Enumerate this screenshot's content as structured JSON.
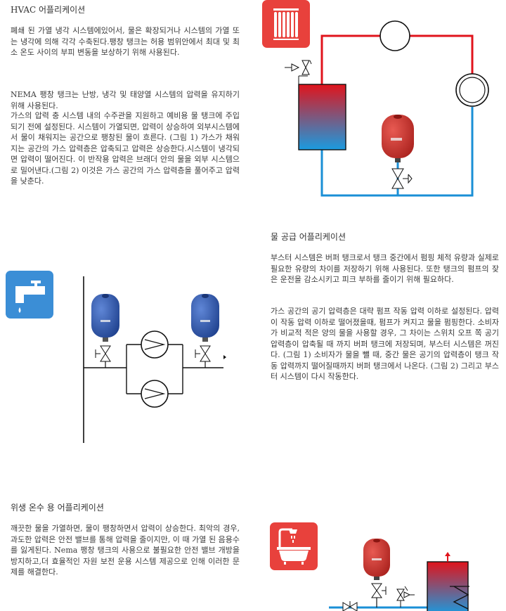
{
  "hvac": {
    "title": "HVAC 어플리케이션",
    "paragraphs": [
      "폐쇄 된 가열 냉각 시스템에있어서, 물은 확장되거나 시스템의 가열 또는 냉각에 의해 각각 수축된다.팽창 탱크는 허용 범위안에서 최대 및 최소 온도 사이의 부피 변동을 보상하기 위해 사용된다.",
      "NEMA 팽창 탱크는 난방, 냉각 및 태양열 시스템의 압력을 유지하기 위해 사용된다.",
      "가스의 압력 충 시스템 내의 수주관을 지원하고 예비용 물 탱크에 주입되기 전에 설정된다. 시스템이 가열되면, 압력이 상승하여 외부시스템에서 물이 채워지는 공간으로 팽창된 물이 흐른다. (그림 1) 가스가 채워지는 공간의 가스 압력층은 압축되고 압력은 상승한다.시스템이 냉각되면 압력이 떨어진다. 이 반작용 압력은 브래더 안의 물을 외부 시스템으로 밀어낸다.(그림 2) 이것은 가스 공간의 가스 압력층을 풀어주고 압력을 낮춘다."
    ],
    "icon": "radiator-icon",
    "color": "#e8413c"
  },
  "water_supply": {
    "title": "물 공급 어플리케이션",
    "paragraphs": [
      "부스터 시스템은 버퍼 탱크로서 탱크 중간에서 펌핑 체적 유량과 실제로 필요한 유량의 차이를 저장하기 위해 사용된다. 또한 탱크의 펌프의 잦은 운전을 감소시키고 피크 부하를 줄이기 위해 필요하다.",
      "가스 공간의 공기 압력층은 대략 펌프 작동 압력 이하로 설정된다. 압력이 작동 압력 이하로 떨어졌을때, 펌프가 켜지고 물을 펌핑한다. 소비자가 비교적 적은 양의 물을 사용할 경우, 그 차이는 스위치 오프 쪽 공기 압력층이 압축될 때 까지 버퍼 탱크에 저장되며, 부스터 시스템은 꺼진다. (그림 1) 소비자가 물을 뺄 때, 중간 물은 공기의 압력층이 탱크 작동 압력까지 떨어질때까지 버퍼 탱크에서 나온다. (그림 2) 그리고 부스터 시스템이 다시 작동한다."
    ],
    "icon": "water-tap-icon",
    "color": "#3b8ed6"
  },
  "sanitary": {
    "title": "위생 온수 용 어플리케이션",
    "paragraphs": [
      "깨끗한 물을 가열하면, 물이 팽창하면서 압력이 상승한다. 최악의 경우, 과도한 압력은 안전 밸브를 통해 압력을 줄이지만, 이 때 가열 된 음용수를 잃게된다. Nema 팽창 탱크의 사용으로 불필요한 안전 밸브 개방을 방지하고,더 효율적인 자원 보전 운용 시스템 제공으로 인해 이러한 문제를 해결한다."
    ],
    "icon": "bathtub-shower-icon",
    "color": "#e8413c"
  },
  "colors": {
    "red_line": "#e0141c",
    "blue_line": "#1a8fd6",
    "tank_red": "#c8322c",
    "tank_blue": "#2a55a8"
  }
}
